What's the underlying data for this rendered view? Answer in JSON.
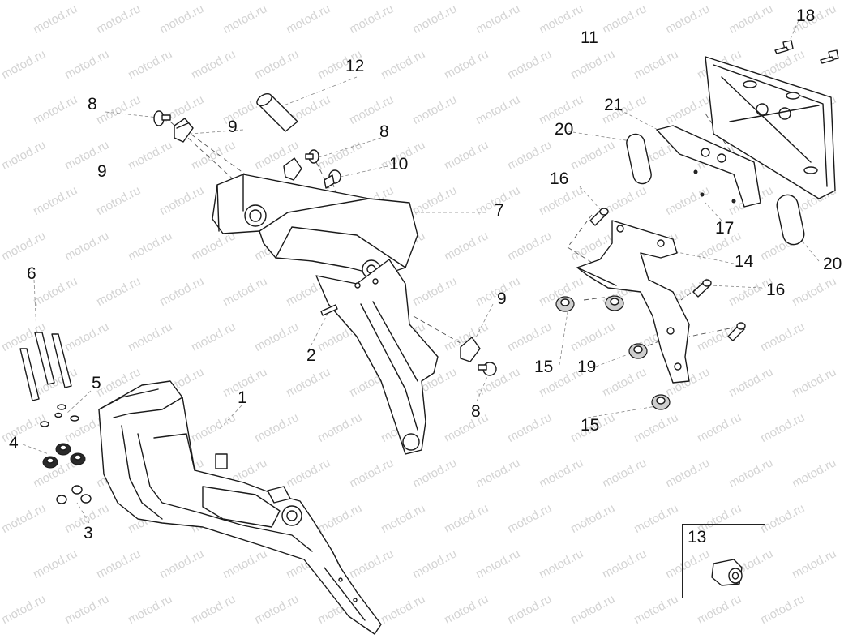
{
  "watermark": "motod.ru",
  "callouts": {
    "c1": "1",
    "c2": "2",
    "c3": "3",
    "c4": "4",
    "c5": "5",
    "c6": "6",
    "c7": "7",
    "c8a": "8",
    "c8b": "8",
    "c8c": "8",
    "c9a": "9",
    "c9b": "9",
    "c9c": "9",
    "c10": "10",
    "c11": "11",
    "c12": "12",
    "c13": "13",
    "c14": "14",
    "c15a": "15",
    "c15b": "15",
    "c16a": "16",
    "c16b": "16",
    "c17": "17",
    "c18": "18",
    "c19": "19",
    "c20a": "20",
    "c20b": "20",
    "c21": "21"
  },
  "colors": {
    "line": "#1a1a1a",
    "watermark": "#d3d3d3",
    "background": "#ffffff"
  }
}
